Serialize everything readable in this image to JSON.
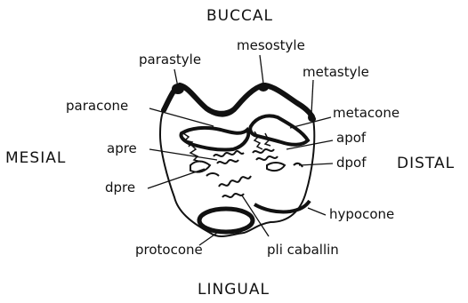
{
  "orientation": {
    "top": "BUCCAL",
    "bottom": "LINGUAL",
    "left": "MESIAL",
    "right": "DISTAL"
  },
  "labels": {
    "parastyle": "parastyle",
    "mesostyle": "mesostyle",
    "metastyle": "metastyle",
    "paracone": "paracone",
    "metacone": "metacone",
    "apre": "apre",
    "apof": "apof",
    "dpre": "dpre",
    "dpof": "dpof",
    "hypocone": "hypocone",
    "protocone": "protocone",
    "pli_caballin": "pli caballin"
  },
  "colors": {
    "ink": "#111111",
    "background": "#ffffff"
  }
}
